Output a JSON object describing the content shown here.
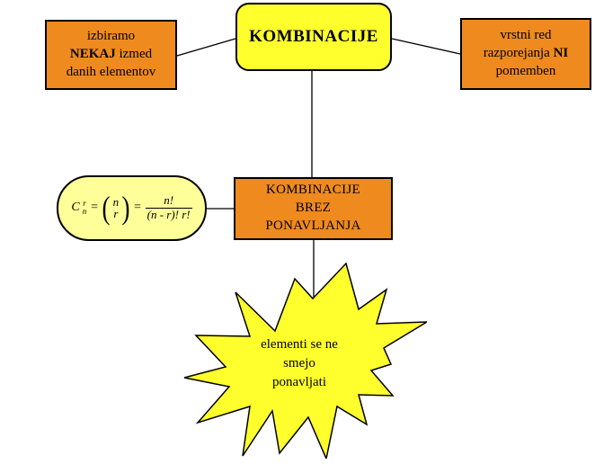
{
  "colors": {
    "orange": "#EF8A1E",
    "yellow": "#FFFF2E",
    "pale-yellow": "#FFFF99",
    "outline": "#000000"
  },
  "nodes": {
    "title": {
      "label": "KOMBINACIJE"
    },
    "left": {
      "line1": "izbiramo",
      "line2_bold": "NEKAJ",
      "line2_rest": " izmed",
      "line3": "danih elementov"
    },
    "right": {
      "line1": "vrstni red",
      "line2_rest": "razporejanja ",
      "line2_bold": "NI",
      "line3": "pomemben"
    },
    "mid": {
      "line1": "KOMBINACIJE",
      "line2": "BREZ",
      "line3": "PONAVLJANJA"
    },
    "star": {
      "line1": "elementi se ne",
      "line2": "smejo",
      "line3": "ponavljati"
    },
    "formula": {
      "c": "C",
      "sup": "r",
      "sub": "n",
      "eq1": "=",
      "open_paren": "(",
      "binom_top": "n",
      "binom_bottom": "r",
      "close_paren": ")",
      "eq2": "=",
      "numerator": "n!",
      "denominator": "(n - r)! r!"
    }
  }
}
